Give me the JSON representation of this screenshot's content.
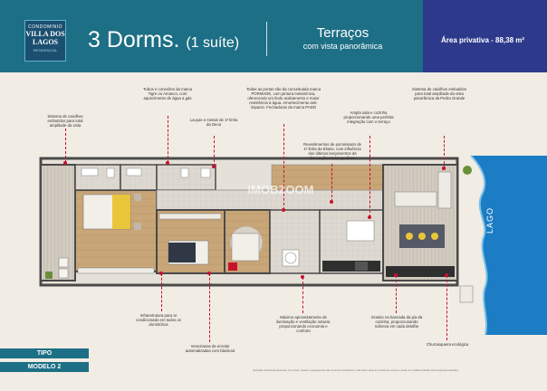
{
  "header": {
    "logo_small": "CONDOMINIO",
    "logo_line1": "VILLA DOS",
    "logo_line2": "LAGOS",
    "logo_sub": "RESIDENCIAL",
    "title": "3 Dorms.",
    "title_suffix": "(1 suíte)",
    "subtitle_main": "Terraços",
    "subtitle_sub": "com vista panorâmica",
    "area_label": "Área privativa - 88,38 m²"
  },
  "annotations": {
    "cerca_lobby": "Sistema de caixilhos embutidos para total amplitude da vista",
    "tubos": "Tubos e conexões da marca Tigre ou Amanco, com aquecimento de água a gás",
    "louca": "Louças e metais de 1ª linha da Deca",
    "portas": "Todas as portas são da conceituada marca PORMADE, com pintura melamínica, oferecendo um lindo acabamento e maior resistência à água. Amortecimento anti-impacto. Fechaduras da marca PADO",
    "ampla": "Ampla sala e cozinha proporcionando uma perfeita integração com o terraço",
    "sistema_caixilhos": "Sistema de caixilhos embutidos para total amplitude da vista panorâmica da Pedra Grande",
    "revestimento": "Revestimentos de porcelanato de 1ª linha da Eliane, com influência dos últimos lançamentos da decoração contemporânea",
    "infra": "Infraestrutura para ar condicionado em todos os dormitórios",
    "venezianas": "Venezianas de enrolar automatizadas com blackout",
    "maximo": "Máximo aproveitamento de iluminação e ventilação natural, proporcionando economia e conforto",
    "granito": "Granito na bancada da pia da cozinha, proporcionando nobreza em cada detalhe",
    "churrasqueira": "Churrasqueira ecológica"
  },
  "lago_label": "LAGO",
  "watermark": "IMOBZOOM",
  "tags": {
    "tipo": "TIPO",
    "modelo": "MODELO 2"
  },
  "footnote": "Ilustração artística da planta-tipo. Os móveis, objetos e equipamentos são meramente ilustrativos e não fazem parte do contrato de compra e venda. As medidas poderão sofrer pequenas variações.",
  "colors": {
    "header": "#1d6f85",
    "area_box": "#2d3a8c",
    "lead": "#c8102e",
    "floor": "#c9a678",
    "lake": "#1c7cc4"
  }
}
